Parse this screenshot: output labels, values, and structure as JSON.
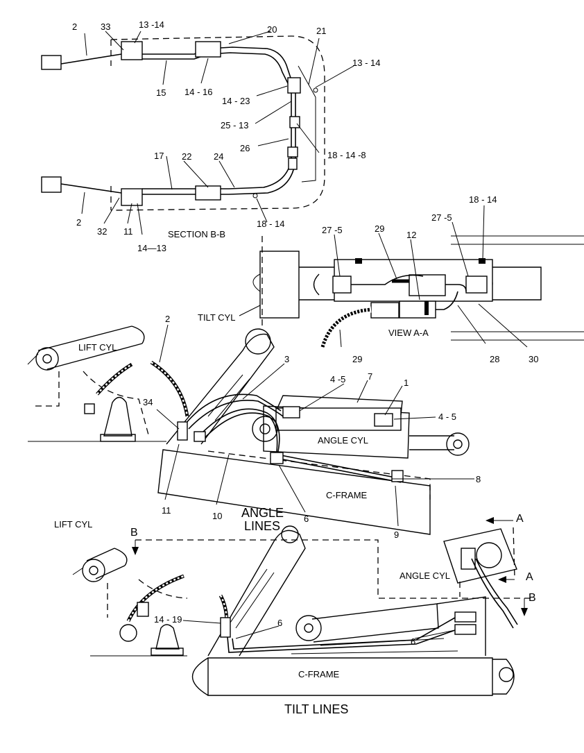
{
  "section_bb": {
    "caption": "SECTION B-B",
    "labels": [
      "2",
      "33",
      "13 -14",
      "20",
      "21",
      "13 - 14",
      "15",
      "14 - 16",
      "14 - 23",
      "25 - 13",
      "26",
      "18 - 14 -8",
      "17",
      "22",
      "24",
      "2",
      "32",
      "11",
      "14—13",
      "18 - 14"
    ]
  },
  "view_aa": {
    "caption": "VIEW A-A",
    "tilt_cyl": "TILT CYL",
    "labels": [
      "27 -5",
      "29",
      "12",
      "27 -5",
      "18 - 14",
      "29",
      "28",
      "30"
    ]
  },
  "angle_lines": {
    "title": [
      "ANGLE",
      "LINES"
    ],
    "lift_cyl": "LIFT CYL",
    "angle_cyl": "ANGLE CYL",
    "c_frame": "C-FRAME",
    "labels": [
      "2",
      "3",
      "4 -5",
      "7",
      "1",
      "4 - 5",
      "34",
      "8",
      "11",
      "10",
      "6",
      "9"
    ]
  },
  "tilt_lines": {
    "title": "TILT LINES",
    "lift_cyl": "LIFT CYL",
    "angle_cyl": "ANGLE CYL",
    "c_frame": "C-FRAME",
    "labels": [
      "14 - 19",
      "6",
      "6"
    ],
    "markers": [
      "B",
      "A",
      "A",
      "B"
    ]
  }
}
